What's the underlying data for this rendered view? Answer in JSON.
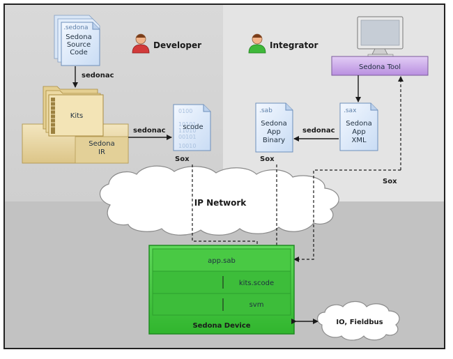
{
  "roles": {
    "developer": "Developer",
    "integrator": "Integrator"
  },
  "files": {
    "source": {
      "tag": ".sedona",
      "label_lines": [
        "Sedona",
        "Source",
        "Code"
      ]
    },
    "scode": {
      "tag": "0100 10101 11010 00101 10010",
      "label": "scode"
    },
    "sab": {
      "tag": ".sab",
      "label_lines": [
        "Sedona",
        "App",
        "Binary"
      ]
    },
    "sax": {
      "tag": ".sax",
      "label_lines": [
        "Sedona",
        "App",
        "XML"
      ]
    }
  },
  "kits": {
    "label": "Kits",
    "ir_lines": [
      "Sedona",
      "IR"
    ]
  },
  "tool": {
    "label": "Sedona Tool"
  },
  "edges": {
    "sedonac_down": "sedonac",
    "sedonac_ir_to_scode": "sedonac",
    "sedonac_sax_to_sab": "sedonac",
    "sox_scode": "Sox",
    "sox_sab": "Sox",
    "sox_tool": "Sox"
  },
  "network": {
    "label": "IP Network"
  },
  "device": {
    "title": "Sedona Device",
    "layers": [
      "app.sab",
      "kits.scode",
      "svm"
    ]
  },
  "io": {
    "label": "IO, Fieldbus"
  },
  "colors": {
    "green": "#3fbf3a",
    "green_dark": "#22912a",
    "tool_purple": "#c9a8e6",
    "file_blue": "#dbe9f9",
    "kit_tan": "#e9d8a6"
  }
}
